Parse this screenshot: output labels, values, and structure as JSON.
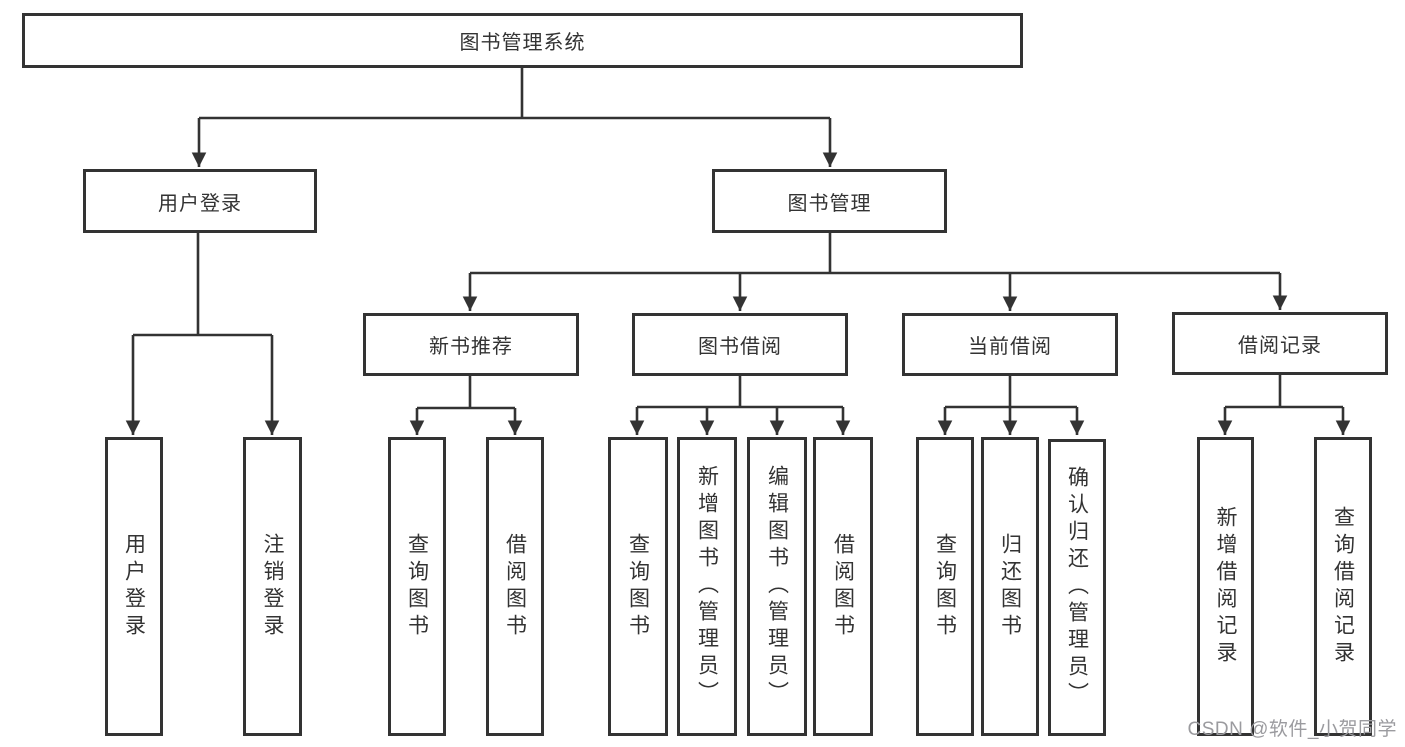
{
  "diagram": {
    "root": {
      "label": "图书管理系统"
    },
    "branches": [
      {
        "label": "用户登录",
        "children": [
          {
            "label": "用户登录"
          },
          {
            "label": "注销登录"
          }
        ]
      },
      {
        "label": "图书管理",
        "children": [
          {
            "label": "新书推荐",
            "children": [
              {
                "label": "查询图书"
              },
              {
                "label": "借阅图书"
              }
            ]
          },
          {
            "label": "图书借阅",
            "children": [
              {
                "label": "查询图书"
              },
              {
                "label": "新增图书（管理员）"
              },
              {
                "label": "编辑图书（管理员）"
              },
              {
                "label": "借阅图书"
              }
            ]
          },
          {
            "label": "当前借阅",
            "children": [
              {
                "label": "查询图书"
              },
              {
                "label": "归还图书"
              },
              {
                "label": "确认归还（管理员）"
              }
            ]
          },
          {
            "label": "借阅记录",
            "children": [
              {
                "label": "新增借阅记录"
              },
              {
                "label": "查询借阅记录"
              }
            ]
          }
        ]
      }
    ]
  },
  "watermark": {
    "text": "CSDN @软件_小贺同学"
  },
  "colors": {
    "line": "#333333",
    "box_border": "#333333",
    "box_fill": "#ffffff",
    "text": "#333333",
    "watermark": "#9b9b9f",
    "background": "#ffffff"
  }
}
